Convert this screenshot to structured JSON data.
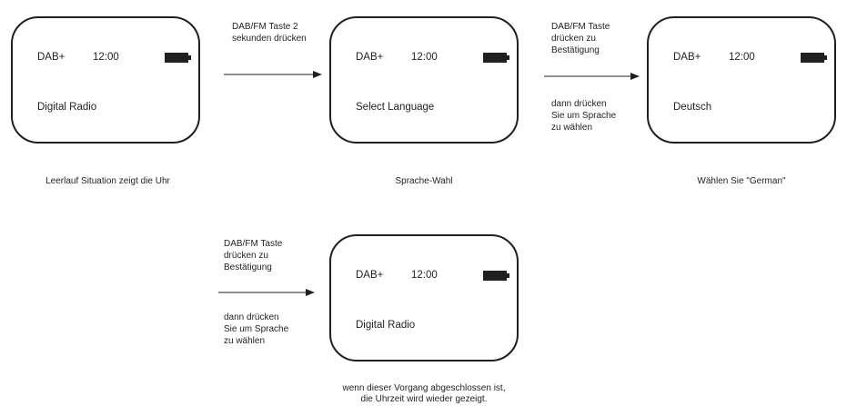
{
  "display": {
    "mode": "DAB+",
    "time": "12:00"
  },
  "screens": [
    {
      "message": "Digital Radio"
    },
    {
      "message": "Select Language"
    },
    {
      "message": "Deutsch"
    },
    {
      "message": "Digital Radio"
    }
  ],
  "captions": {
    "step1": "Leerlauf Situation zeigt die Uhr",
    "step2": "Sprache-Wahl",
    "step3": "Wählen Sie \"German\"",
    "step4_line1": "wenn dieser Vorgang abgeschlossen ist,",
    "step4_line2": "die Uhrzeit wird wieder gezeigt."
  },
  "instructions": {
    "a1": "DAB/FM Taste 2\nsekunden drücken",
    "a2_top": "DAB/FM Taste\ndrücken zu\nBestätigung",
    "a2_bottom": "dann drücken\nSie um Sprache\nzu wählen",
    "a3_top": "DAB/FM Taste\ndrücken zu\nBestätigung",
    "a3_bottom": "dann drücken\nSie um Sprache\nzu wählen"
  },
  "icons": {
    "battery": "battery-full-icon",
    "arrow": "arrow-right-icon"
  },
  "colors": {
    "ink": "#231f20",
    "background": "#ffffff"
  }
}
